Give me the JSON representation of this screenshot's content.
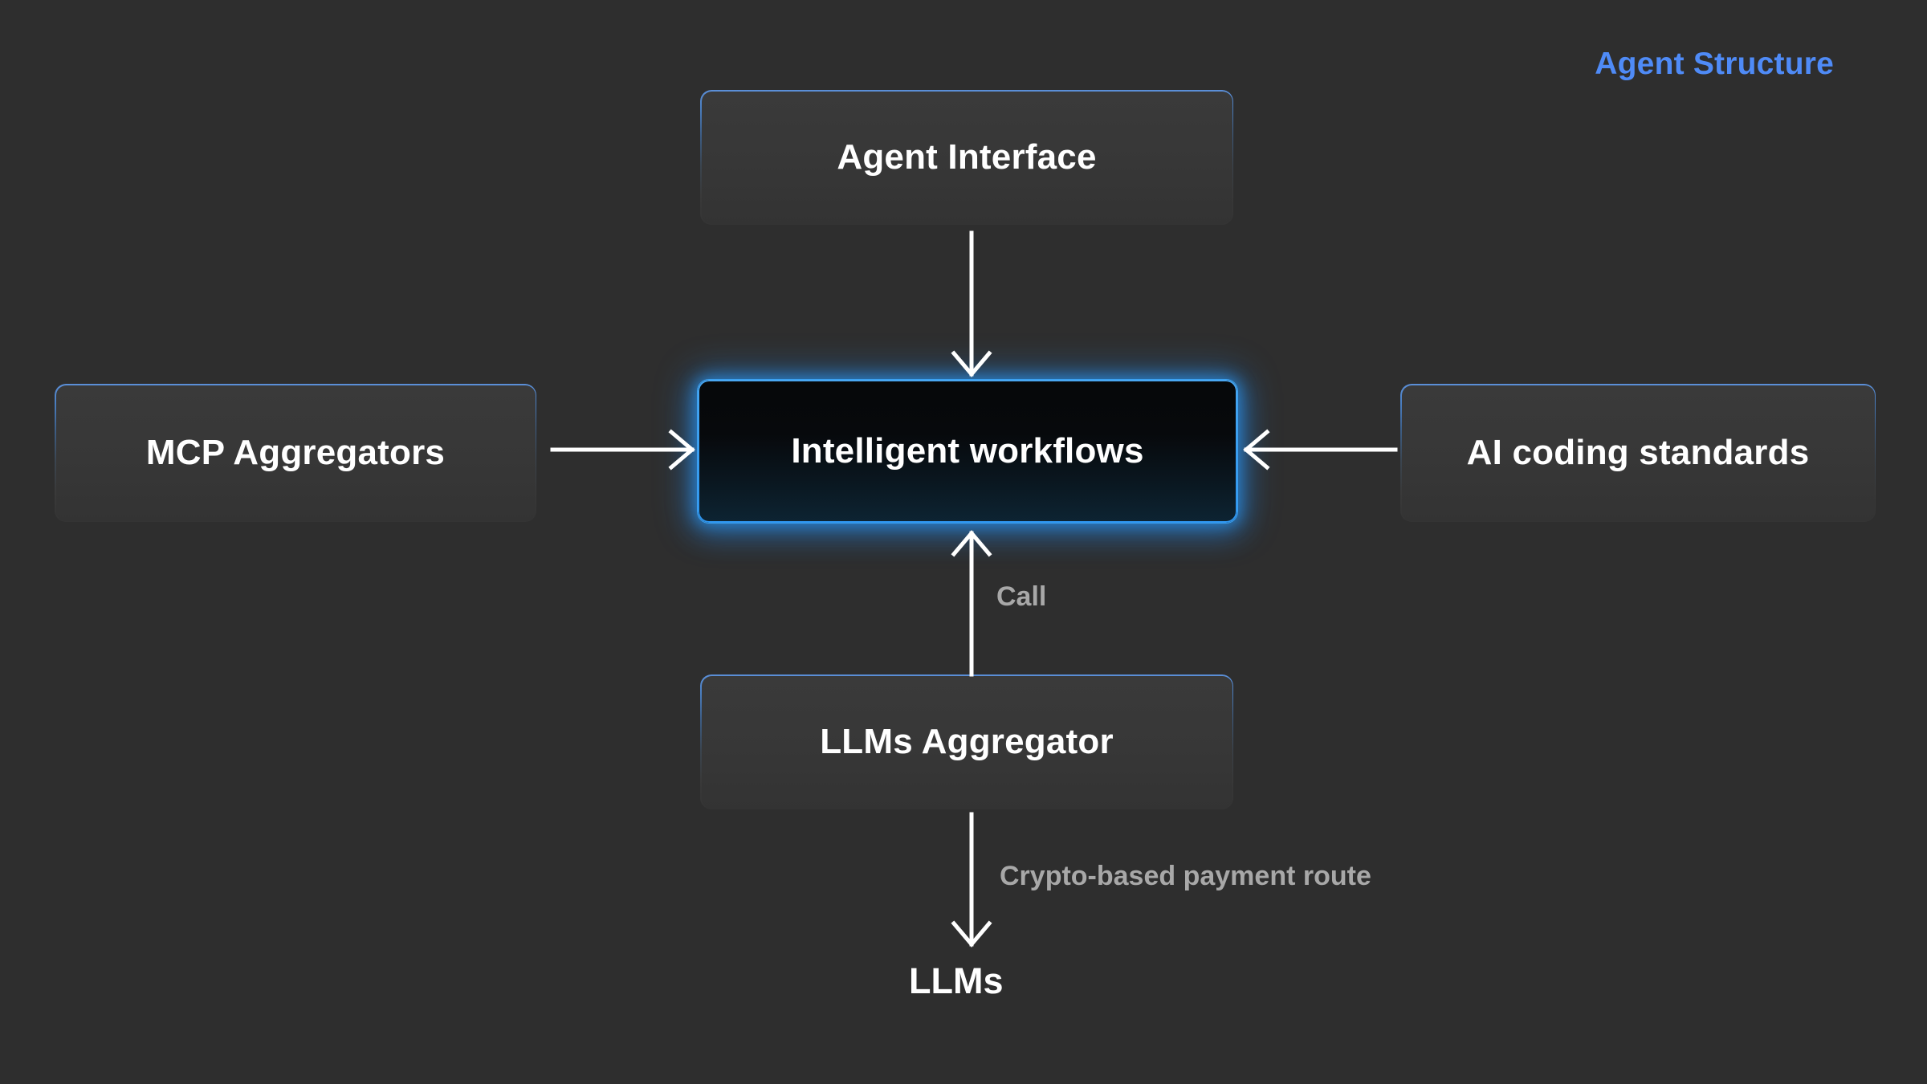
{
  "diagram": {
    "title": "Agent Structure",
    "title_color": "#4f8bf7",
    "background_color": "#2e2e2e",
    "nodes": [
      {
        "id": "agent-interface",
        "label": "Agent Interface",
        "highlighted": false
      },
      {
        "id": "mcp-aggregators",
        "label": "MCP Aggregators",
        "highlighted": false
      },
      {
        "id": "intelligent-workflows",
        "label": "Intelligent workflows",
        "highlighted": true,
        "accent_color": "#3aa0f0"
      },
      {
        "id": "ai-coding-standards",
        "label": "AI coding standards",
        "highlighted": false
      },
      {
        "id": "llms-aggregator",
        "label": "LLMs Aggregator",
        "highlighted": false
      },
      {
        "id": "llms",
        "label": "LLMs",
        "highlighted": false,
        "boxed": false
      }
    ],
    "edges": [
      {
        "id": "interface-to-workflows",
        "from": "agent-interface",
        "to": "intelligent-workflows",
        "direction": "down",
        "label": ""
      },
      {
        "id": "mcp-to-workflows",
        "from": "mcp-aggregators",
        "to": "intelligent-workflows",
        "direction": "right",
        "label": ""
      },
      {
        "id": "standards-to-workflows",
        "from": "ai-coding-standards",
        "to": "intelligent-workflows",
        "direction": "left",
        "label": ""
      },
      {
        "id": "aggregator-to-workflows",
        "from": "llms-aggregator",
        "to": "intelligent-workflows",
        "direction": "up",
        "label": "Call"
      },
      {
        "id": "aggregator-to-llms",
        "from": "llms-aggregator",
        "to": "llms",
        "direction": "down",
        "label": "Crypto-based payment route"
      }
    ],
    "edge_labels": {
      "call": "Call",
      "crypto_route": "Crypto-based payment route"
    }
  }
}
